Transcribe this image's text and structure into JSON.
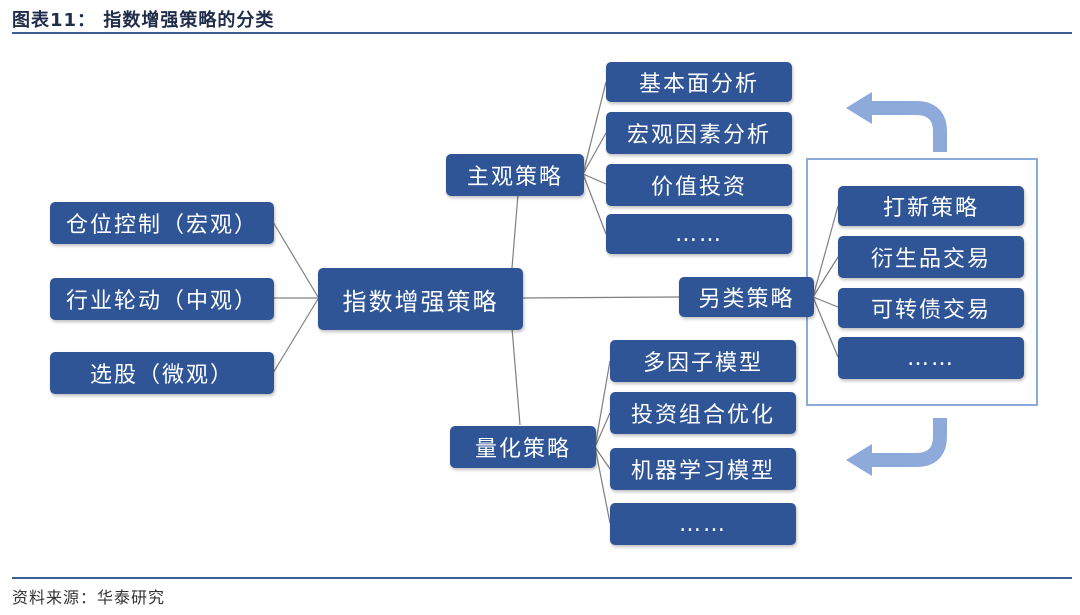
{
  "header": {
    "title": "图表11： 指数增强策略的分类"
  },
  "footer": {
    "source": "资料来源：华泰研究"
  },
  "colors": {
    "box": "#2f5597",
    "line": "#7f7f7f",
    "arrow": "#8eaadb",
    "rule": "#3a5f92"
  },
  "diagram": {
    "center": "指数增强策略",
    "left": [
      "仓位控制（宏观）",
      "行业轮动（中观）",
      "选股（微观）"
    ],
    "subjective": {
      "label": "主观策略",
      "items": [
        "基本面分析",
        "宏观因素分析",
        "价值投资",
        "……"
      ]
    },
    "alternative": {
      "label": "另类策略",
      "items": [
        "打新策略",
        "衍生品交易",
        "可转债交易",
        "……"
      ]
    },
    "quant": {
      "label": "量化策略",
      "items": [
        "多因子模型",
        "投资组合优化",
        "机器学习模型",
        "……"
      ]
    }
  }
}
